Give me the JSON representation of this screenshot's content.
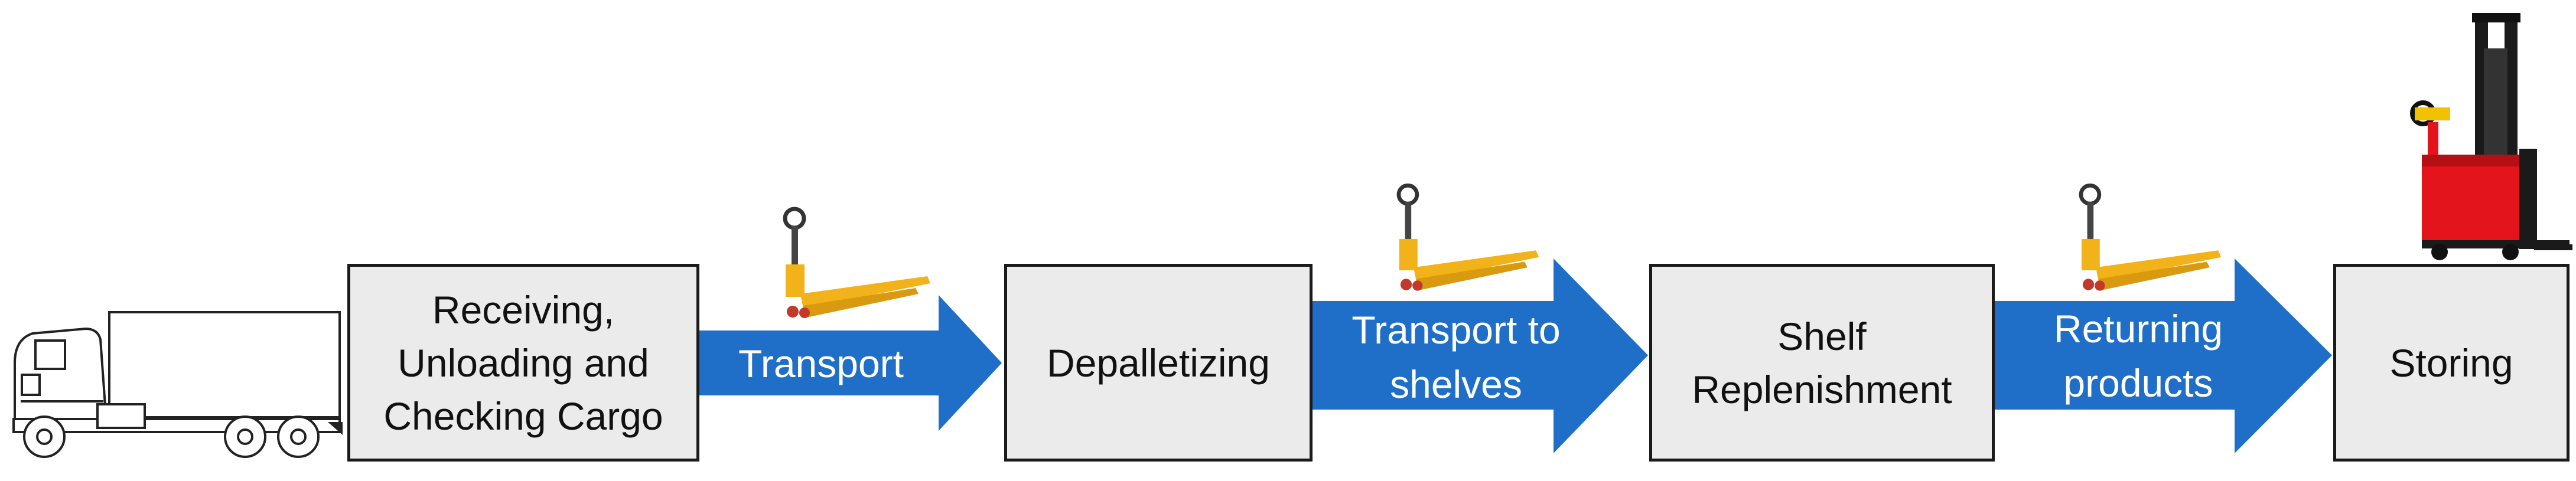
{
  "colors": {
    "arrow": "#1f6fc8",
    "box_fill": "#ebebeb",
    "box_border": "#1a1a1a",
    "jack_yellow": "#f2b21a",
    "stacker_red": "#e3141b"
  },
  "icons": [
    "truck-icon",
    "pallet-jack-icon",
    "forklift-stacker-icon"
  ],
  "steps": [
    {
      "label_lines": [
        "Receiving,",
        "Unloading and",
        "Checking Cargo"
      ]
    },
    {
      "label_lines": [
        "Depalletizing"
      ]
    },
    {
      "label_lines": [
        "Shelf",
        "Replenishment"
      ]
    },
    {
      "label_lines": [
        "Storing"
      ]
    }
  ],
  "transitions": [
    {
      "label_lines": [
        "Transport"
      ]
    },
    {
      "label_lines": [
        "Transport to",
        "shelves"
      ]
    },
    {
      "label_lines": [
        "Returning",
        "products"
      ]
    }
  ]
}
